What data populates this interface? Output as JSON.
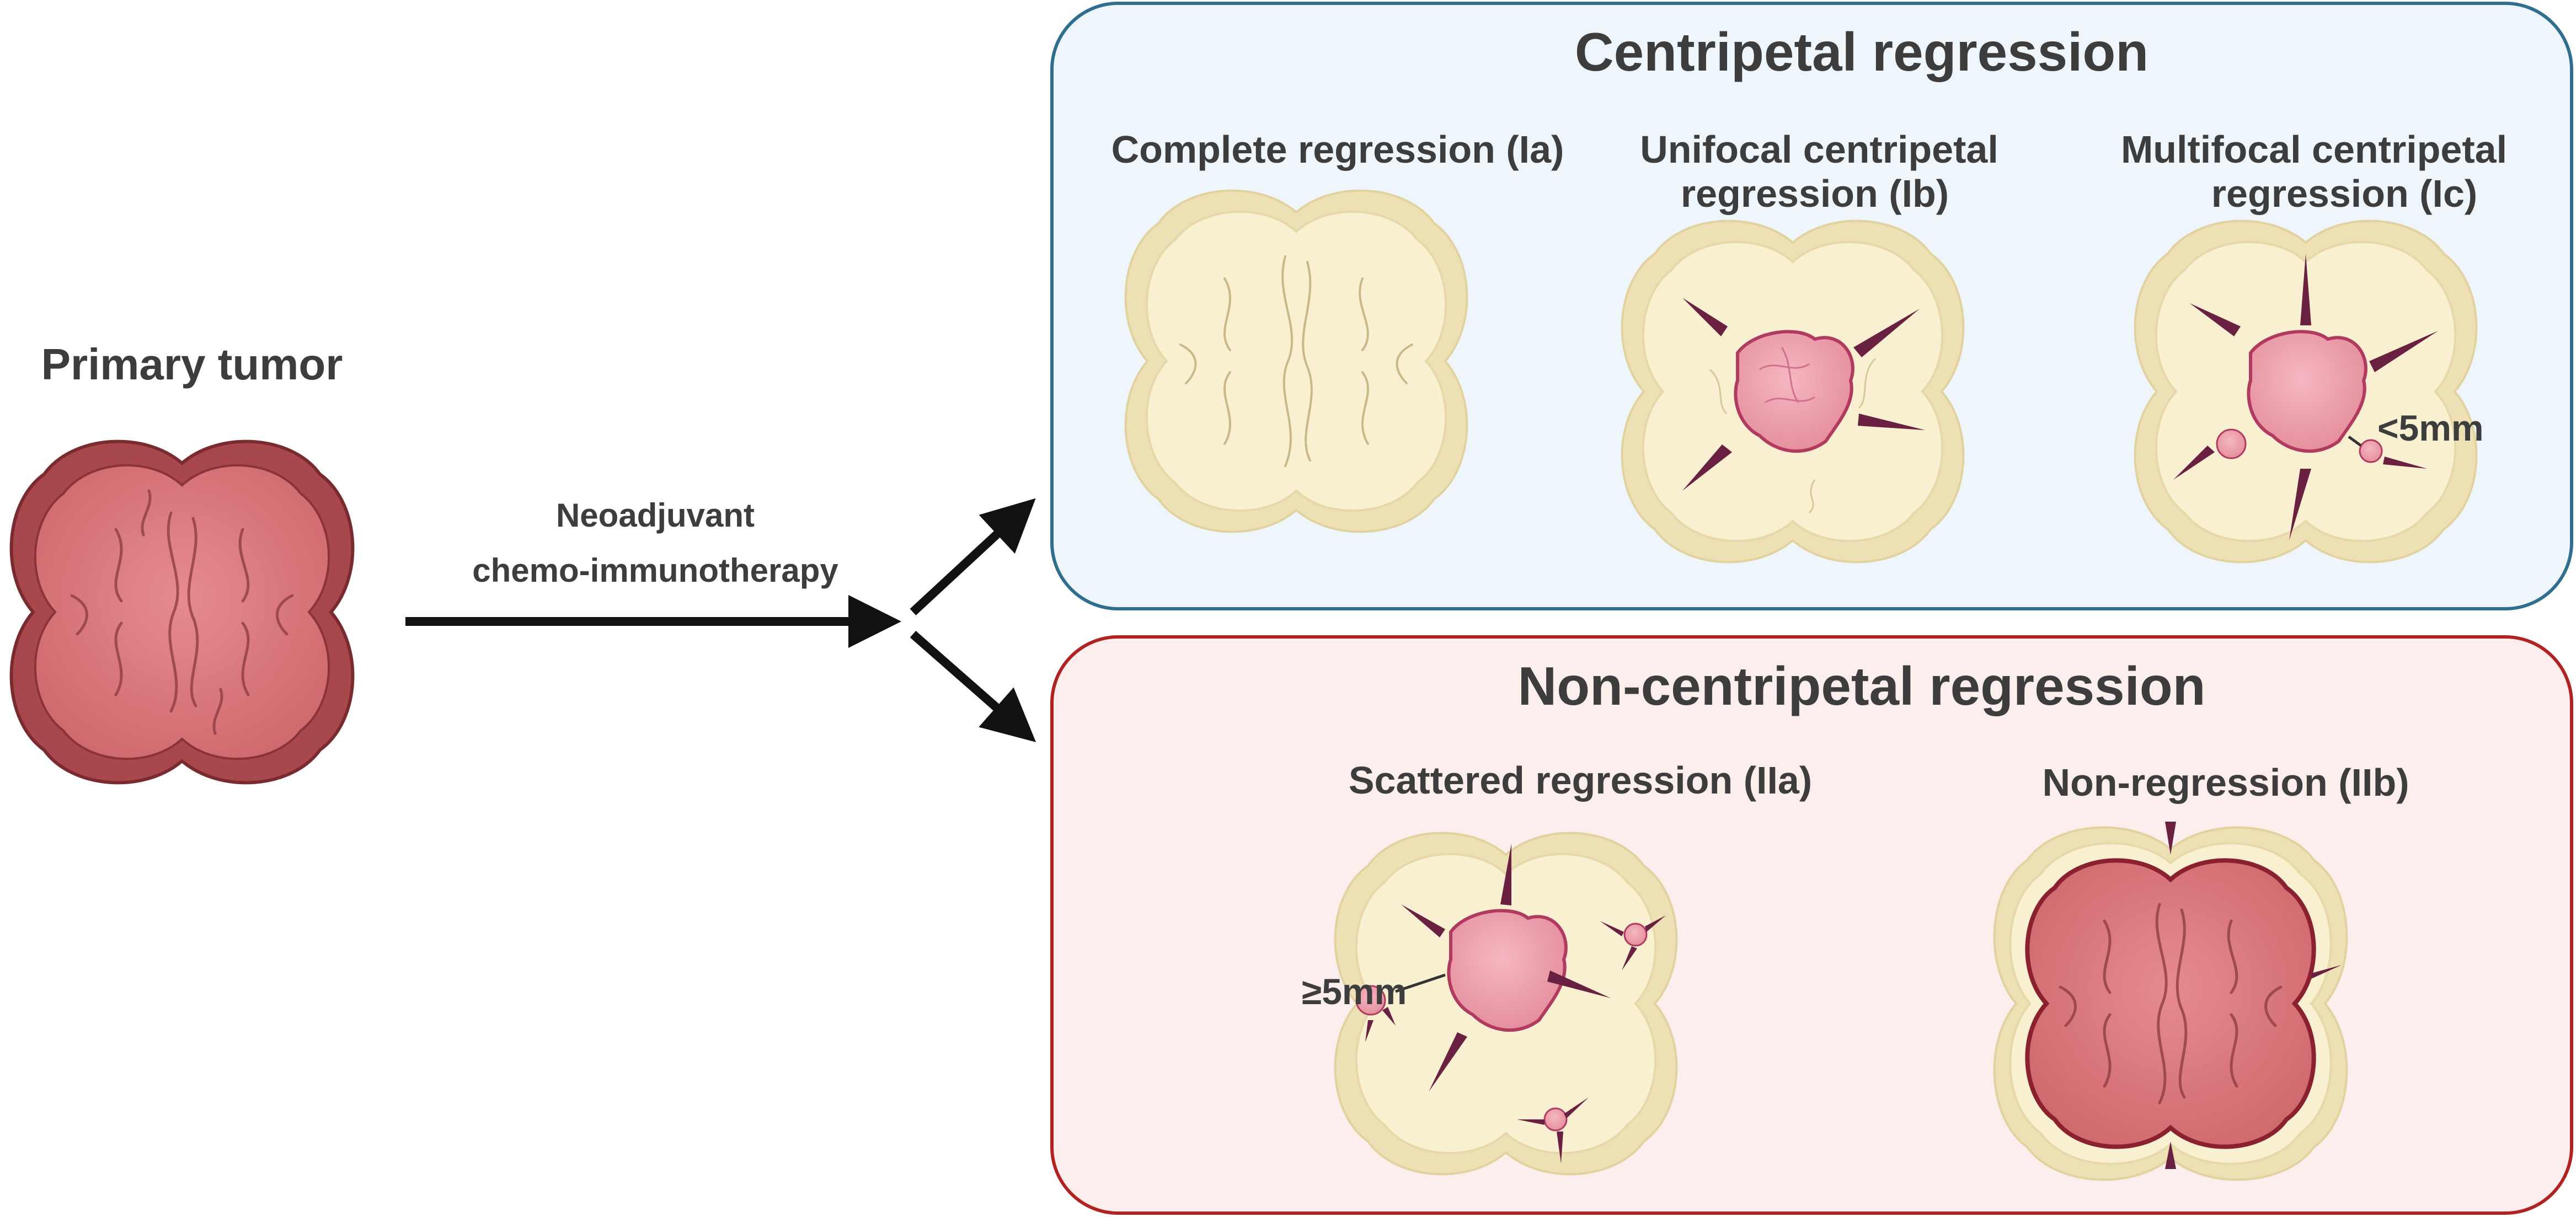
{
  "primary": {
    "title": "Primary tumor"
  },
  "treatment": {
    "line1": "Neoadjuvant",
    "line2": "chemo-immunotherapy"
  },
  "centripetal": {
    "title": "Centripetal regression",
    "items": [
      {
        "label": "Complete regression (Ia)"
      },
      {
        "line1": "Unifocal centripetal",
        "line2": "regression (Ib)"
      },
      {
        "line1": "Multifocal centripetal",
        "line2": "regression (Ic)"
      }
    ],
    "measure": "<5mm"
  },
  "noncentripetal": {
    "title": "Non-centripetal regression",
    "items": [
      {
        "label": "Scattered regression (IIa)"
      },
      {
        "label": "Non-regression (IIb)"
      }
    ],
    "measure": "≥5mm"
  },
  "colors": {
    "blue_panel_fill": "#eef6fc",
    "blue_panel_border": "#2f6e8e",
    "red_panel_fill": "#fdeeee",
    "red_panel_border": "#b22222",
    "tumor_fill": "#d9787a",
    "tumor_dark": "#a8474c",
    "stroma": "#f8f0d0",
    "stroma_halo": "#ede0b4",
    "arrow": "#6a2040"
  }
}
